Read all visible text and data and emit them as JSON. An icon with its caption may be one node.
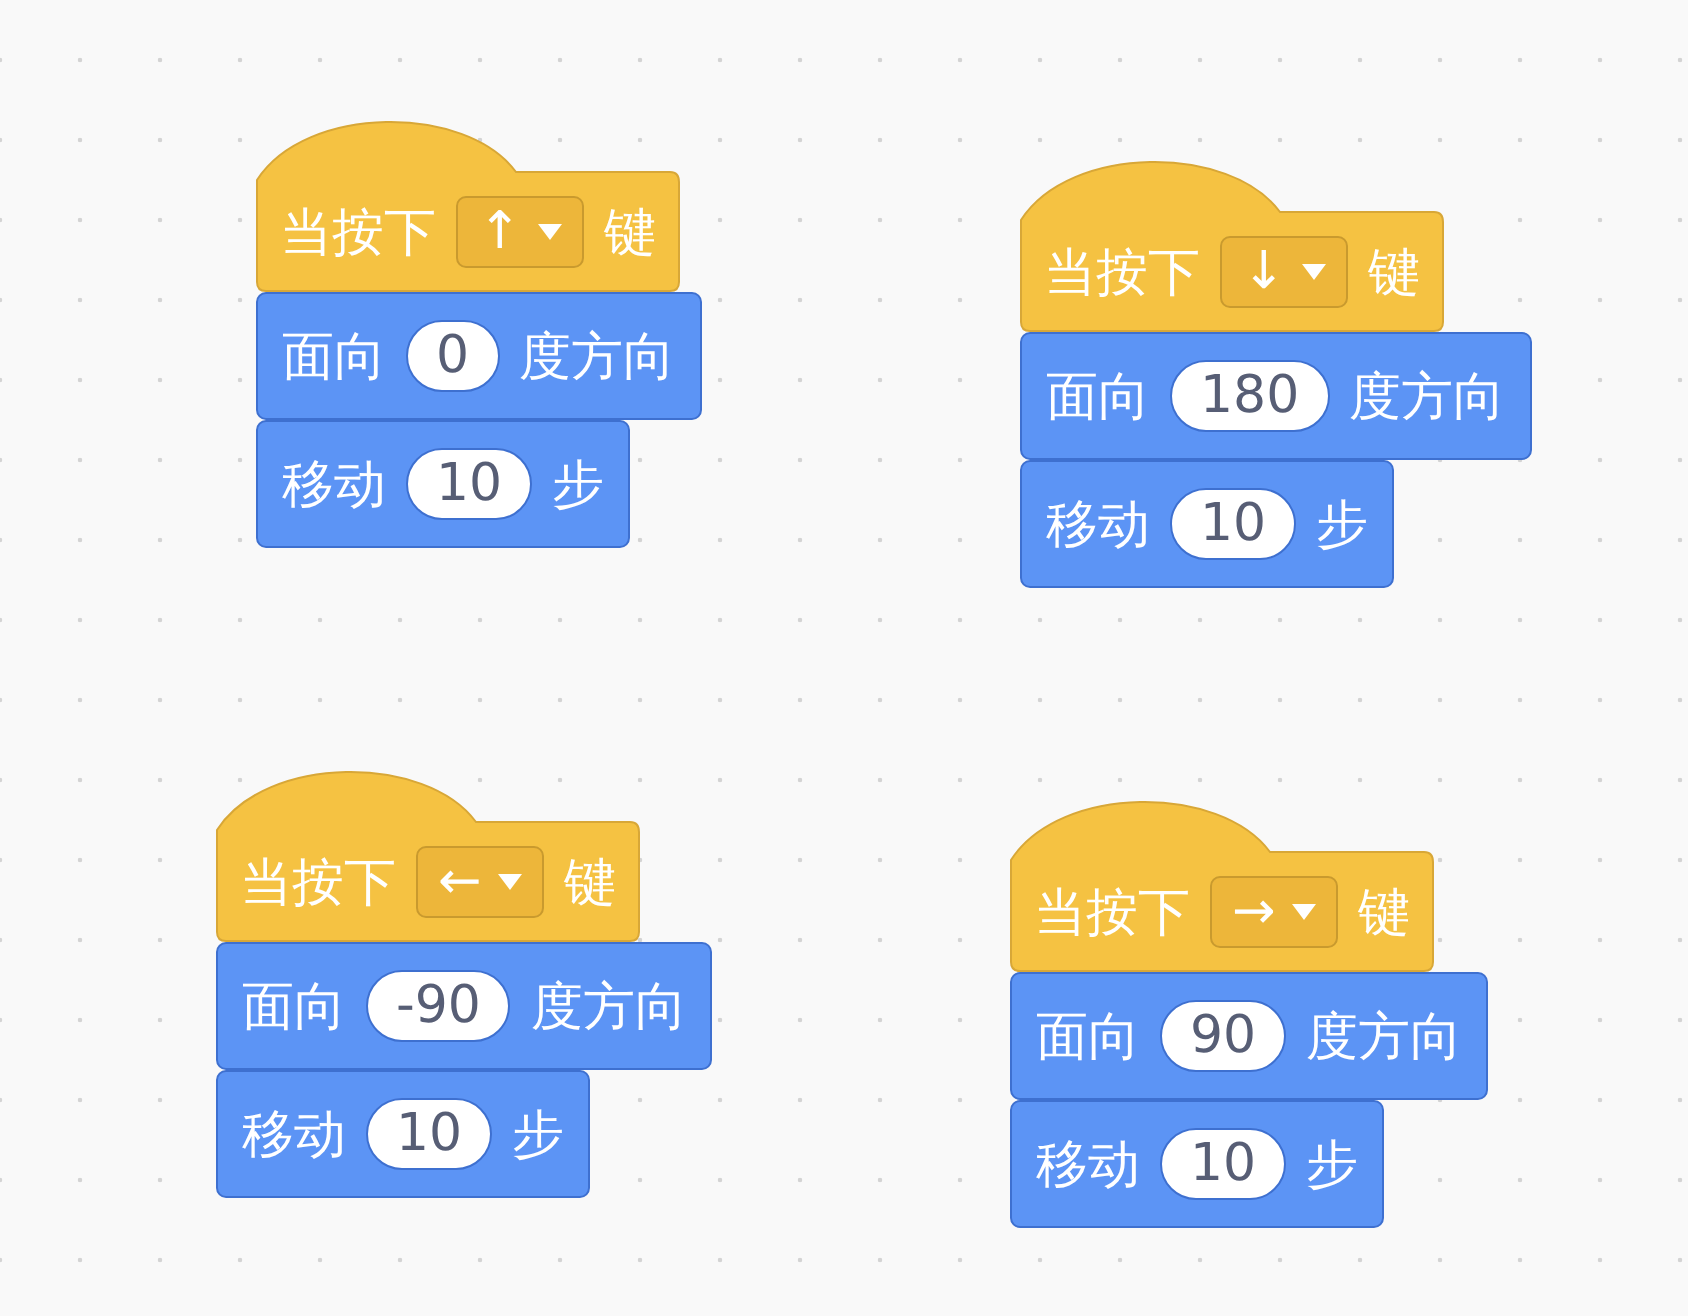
{
  "diagram": {
    "nodes": [
      {
        "text": [
          "当按下",
          "↑",
          "键"
        ]
      },
      {
        "text": [
          "面向",
          "0",
          "度方向"
        ]
      },
      {
        "text": [
          "移动",
          "10",
          "步"
        ]
      },
      {
        "text": [
          "当按下",
          "↓",
          "键"
        ]
      },
      {
        "text": [
          "面向",
          "180",
          "度方向"
        ]
      },
      {
        "text": [
          "移动",
          "10",
          "步"
        ]
      },
      {
        "text": [
          "当按下",
          "←",
          "键"
        ]
      },
      {
        "text": [
          "面向",
          "-90",
          "度方向"
        ]
      },
      {
        "text": [
          "移动",
          "10",
          "步"
        ]
      },
      {
        "text": [
          "当按下",
          "→",
          "键"
        ]
      },
      {
        "text": [
          "面向",
          "90",
          "度方向"
        ]
      },
      {
        "text": [
          "移动",
          "10",
          "步"
        ]
      }
    ]
  }
}
